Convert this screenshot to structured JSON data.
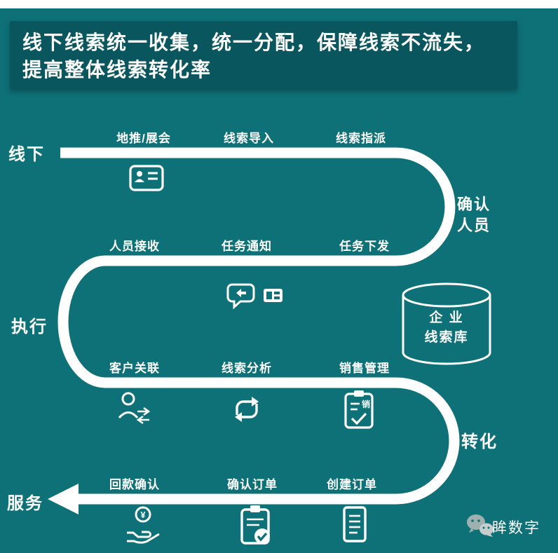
{
  "title": {
    "line1": "线下线索统一收集，统一分配，保障线索不流失，",
    "line2": "提高整体线索转化率"
  },
  "flow": {
    "row1": {
      "stage": "线下",
      "steps": [
        "地推/展会",
        "线索导入",
        "线索指派"
      ]
    },
    "row2": {
      "stage": "执行",
      "steps": [
        "人员接收",
        "任务通知",
        "任务下发"
      ]
    },
    "row3": {
      "steps": [
        "客户关联",
        "线索分析",
        "销售管理"
      ]
    },
    "row4": {
      "stage": "服务",
      "steps": [
        "回款确认",
        "确认订单",
        "创建订单"
      ]
    },
    "side_labels": {
      "confirm_line1": "确认",
      "confirm_line2": "人员",
      "convert": "转化"
    }
  },
  "database": {
    "line1": "企 业",
    "line2": "线索库"
  },
  "icons": {
    "contact_card": "id-card-icon",
    "chat": "chat-bubble-icon",
    "notice_card": "notice-card-icon",
    "customer_link": "person-exchange-icon",
    "analysis": "cycle-arrows-icon",
    "sales_manage": "clipboard-sales-icon",
    "payment": "hand-coin-icon",
    "confirm_order": "clipboard-check-icon",
    "create_order": "document-icon",
    "sales_glyph": "销",
    "coin_glyph": "¥"
  },
  "watermark": {
    "brand": "眸数字"
  },
  "colors": {
    "background": "#0d7177",
    "title_box": "#0a565e",
    "flow_line": "#ffffff",
    "text": "#ffffff",
    "watermark_gray": "#a7b4b4"
  }
}
